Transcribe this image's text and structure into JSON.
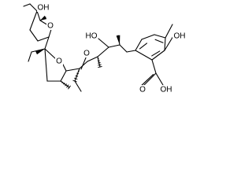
{
  "molecule": {
    "atom_labels": {
      "oh_top": "OH",
      "o_pyran": "O",
      "o_thf": "O",
      "o_ketone": "O",
      "ho_chain": "HO",
      "oh_aryl": "OH",
      "o_acid": "O",
      "oh_acid": "OH"
    }
  }
}
